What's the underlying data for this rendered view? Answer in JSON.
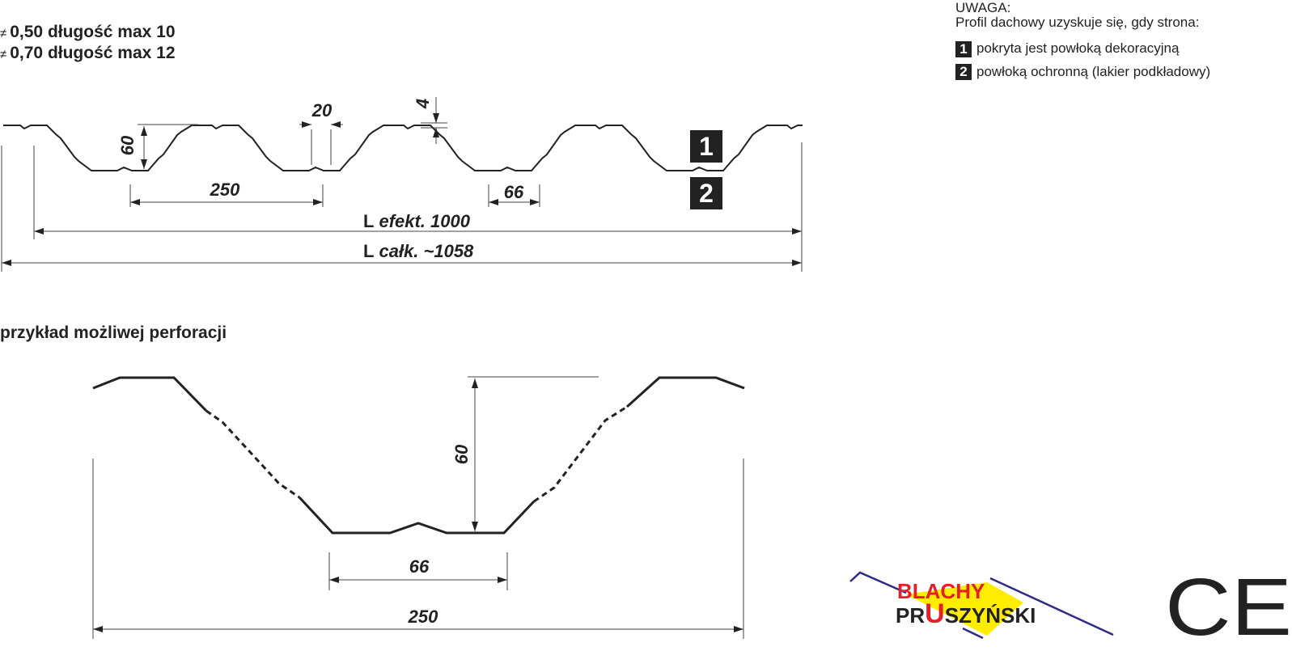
{
  "notes": [
    {
      "symbol": "≠",
      "text": "0,50 długość max 10"
    },
    {
      "symbol": "≠",
      "text": "0,70 długość max 12"
    }
  ],
  "legend": {
    "title": "UWAGA:",
    "subtitle": "Profil dachowy uzyskuje się, gdy strona:",
    "items": [
      {
        "num": "1",
        "text": "pokryta jest powłoką dekoracyjną"
      },
      {
        "num": "2",
        "text": "powłoką ochronną (lakier podkładowy)"
      }
    ]
  },
  "top_profile": {
    "height": "60",
    "notch_width": "20",
    "notch_depth": "4",
    "pitch": "250",
    "trough_width": "66",
    "effective_length": {
      "prefix": "L",
      "label": "efekt. 1000"
    },
    "total_length": {
      "prefix": "L",
      "label": "całk. ~1058"
    },
    "side_labels": [
      "1",
      "2"
    ]
  },
  "perforation": {
    "title": "przykład możliwej perforacji",
    "height": "60",
    "trough_width": "66",
    "pitch": "250"
  },
  "logo": {
    "line1": "BLACHY",
    "line2_a": "PR",
    "line2_u": "U",
    "line2_b": "SZYŃSKI"
  },
  "ce_mark": "CE",
  "colors": {
    "ink": "#222222",
    "logo_red": "#e3202a",
    "logo_yellow": "#ffec00",
    "logo_blue": "#2e2a86"
  }
}
